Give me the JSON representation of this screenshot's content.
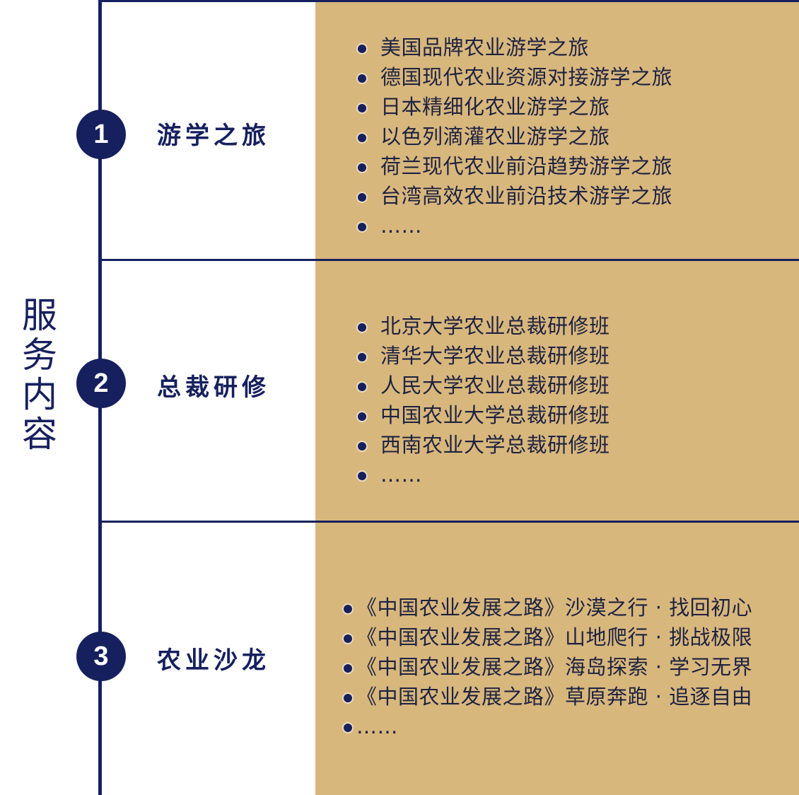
{
  "side_title": "服务内容",
  "sections": [
    {
      "number": "1",
      "label": "游学之旅",
      "items": [
        "美国品牌农业游学之旅",
        "德国现代农业资源对接游学之旅",
        "日本精细化农业游学之旅",
        "以色列滴灌农业游学之旅",
        "荷兰现代农业前沿趋势游学之旅",
        "台湾高效农业前沿技术游学之旅",
        "……"
      ]
    },
    {
      "number": "2",
      "label": "总裁研修",
      "items": [
        "北京大学农业总裁研修班",
        "清华大学农业总裁研修班",
        "人民大学农业总裁研修班",
        "中国农业大学总裁研修班",
        "西南农业大学总裁研修班",
        "……"
      ]
    },
    {
      "number": "3",
      "label": "农业沙龙",
      "items": [
        "《中国农业发展之路》沙漠之行 · 找回初心",
        "《中国农业发展之路》山地爬行 · 挑战极限",
        "《中国农业发展之路》海岛探索 · 学习无界",
        "《中国农业发展之路》草原奔跑 · 追逐自由",
        "……"
      ]
    }
  ],
  "colors": {
    "navy": "#16205e",
    "tan": "#d8b77d",
    "white": "#ffffff"
  }
}
